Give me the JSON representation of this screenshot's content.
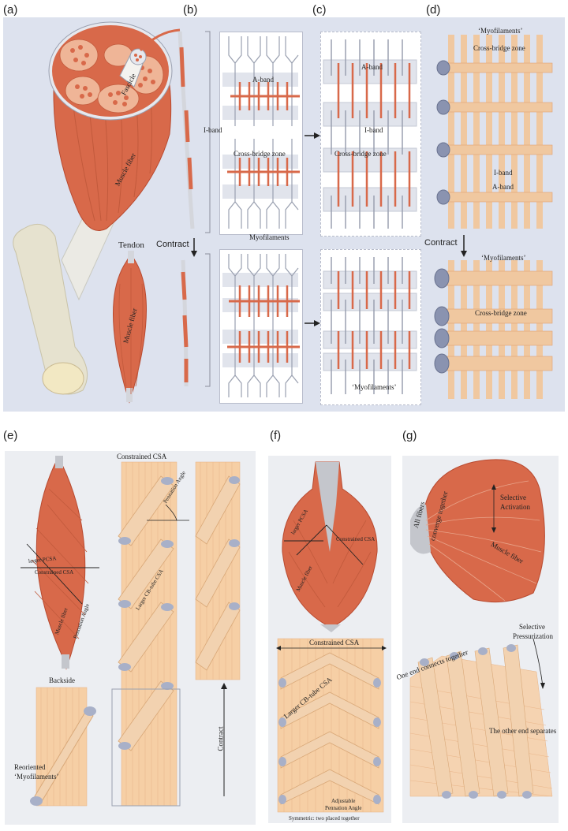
{
  "panels": {
    "a": "(a)",
    "b": "(b)",
    "c": "(c)",
    "d": "(d)",
    "e": "(e)",
    "f": "(f)",
    "g": "(g)"
  },
  "top": {
    "fascicle": "Fascicle",
    "muscle_fiber": "Muscle fiber",
    "tendon": "Tendon",
    "contract": "Contract",
    "i_band": "I-band",
    "a_band": "A-band",
    "cross_bridge_zone": "Cross-bridge zone",
    "myofilaments": "Myofilaments",
    "myofilaments_quoted": "‘Myofilaments’"
  },
  "e": {
    "constrained_csa": "Constrained CSA",
    "larger_pcsa": "larger PCSA",
    "muscle_fiber": "Muscle fiber",
    "pennation_angle": "Pennation Angle",
    "larger_cb_tube_csa": "Larger CB-tube CSA",
    "backside": "Backside",
    "reoriented_1": "Reoriented",
    "reoriented_2": "‘Myofilaments’",
    "contract": "Contract"
  },
  "f": {
    "larger_pcsa": "larger PCSA",
    "constrained_csa": "Constrained CSA",
    "muscle_fiber": "Muscle fiber",
    "larger_cb_tube_csa": "Larger CB-tube CSA",
    "adjustable_1": "Adjustable",
    "adjustable_2": "Pennation Angle",
    "symmetric": "Symmetric: two placed together"
  },
  "g": {
    "all_fibers_1": "All fibers",
    "all_fibers_2": "converge together",
    "selective_activation_1": "Selective",
    "selective_activation_2": "Activation",
    "muscle_fiber": "Muscle fiber",
    "selective_pressurization_1": "Selective",
    "selective_pressurization_2": "Pressurization",
    "one_end": "One end connects together",
    "other_end": "The other end separates"
  },
  "colors": {
    "muscle": "#d8694a",
    "muscle_dark": "#b84a30",
    "tube": "#f0c8a0",
    "tube_line": "#e0a070",
    "tendon": "#e8e6da",
    "panel_bg": "#dde2ee",
    "panel_bg_light": "#eceef2"
  }
}
